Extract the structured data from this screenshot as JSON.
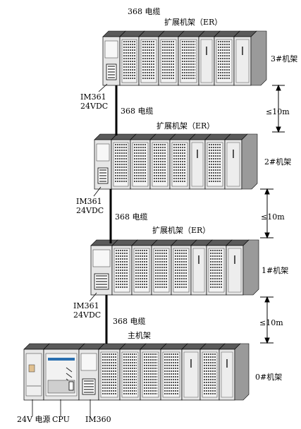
{
  "labels": {
    "cable_top": "368 电缆",
    "cable_1": "368 电缆",
    "cable_2": "368 电缆",
    "cable_3": "368 电缆",
    "er_3": "扩展机架（ER）",
    "er_2": "扩展机架（ER）",
    "er_1": "扩展机架（ER）",
    "main": "主机架",
    "rack_3": "3#机架",
    "rack_2": "2#机架",
    "rack_1": "1#机架",
    "rack_0": "0#机架",
    "im361_3": "IM361",
    "dc_3": "24VDC",
    "im361_2": "IM361",
    "dc_2": "24VDC",
    "im361_1": "IM361",
    "dc_1": "24VDC",
    "dist_a": "≤10m",
    "dist_b": "≤10m",
    "dist_c": "≤10m",
    "psu": "24V 电源",
    "cpu": "CPU",
    "im360": "IM360"
  },
  "colors": {
    "module_face": "#e6e6e6",
    "module_top": "#5a5a5a",
    "module_side": "#9a9a9a",
    "outline": "#000000",
    "cable": "#000000",
    "cpu_accent": "#2a6fb0"
  }
}
